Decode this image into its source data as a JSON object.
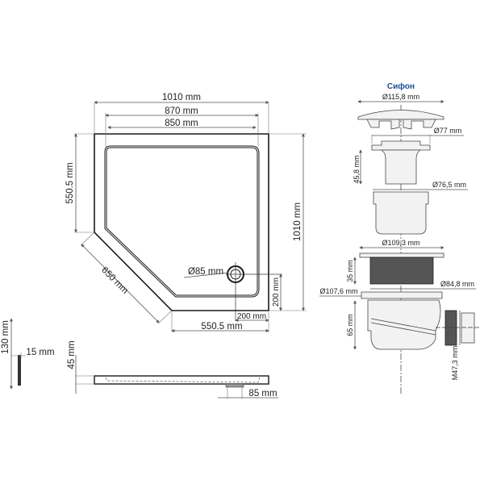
{
  "tray_top_view": {
    "overall_width": "1010 mm",
    "inner_width_outer": "870 mm",
    "inner_width_inner": "850 mm",
    "left_side_height": "550.5 mm",
    "overall_depth": "1010 mm",
    "diagonal_side": "650 mm",
    "drain_diameter": "Ø85 mm",
    "drain_offset_x": "200 mm",
    "drain_offset_y": "200 mm",
    "bottom_side_width": "550.5 mm"
  },
  "tray_side_view": {
    "height": "45 mm",
    "drain_height": "85 mm"
  },
  "edge_profile": {
    "height": "130 mm",
    "width": "15 mm"
  },
  "siphon": {
    "title": "Сифон",
    "cap_diameter": "Ø115,8 mm",
    "strainer_diameter": "Ø77 mm",
    "strainer_height": "45,8 mm",
    "cup_diameter": "Ø76,5 mm",
    "flange_diameter": "Ø109,3 mm",
    "thread_height": "35 mm",
    "thread_diameter": "Ø84,8 mm",
    "body_flange_diameter": "Ø107,6 mm",
    "body_height": "65 mm",
    "outlet_thread": "M47,3 mm"
  },
  "colors": {
    "title_blue": "#1d4e9a",
    "line": "#1a1a1a",
    "dimension": "#555555"
  }
}
